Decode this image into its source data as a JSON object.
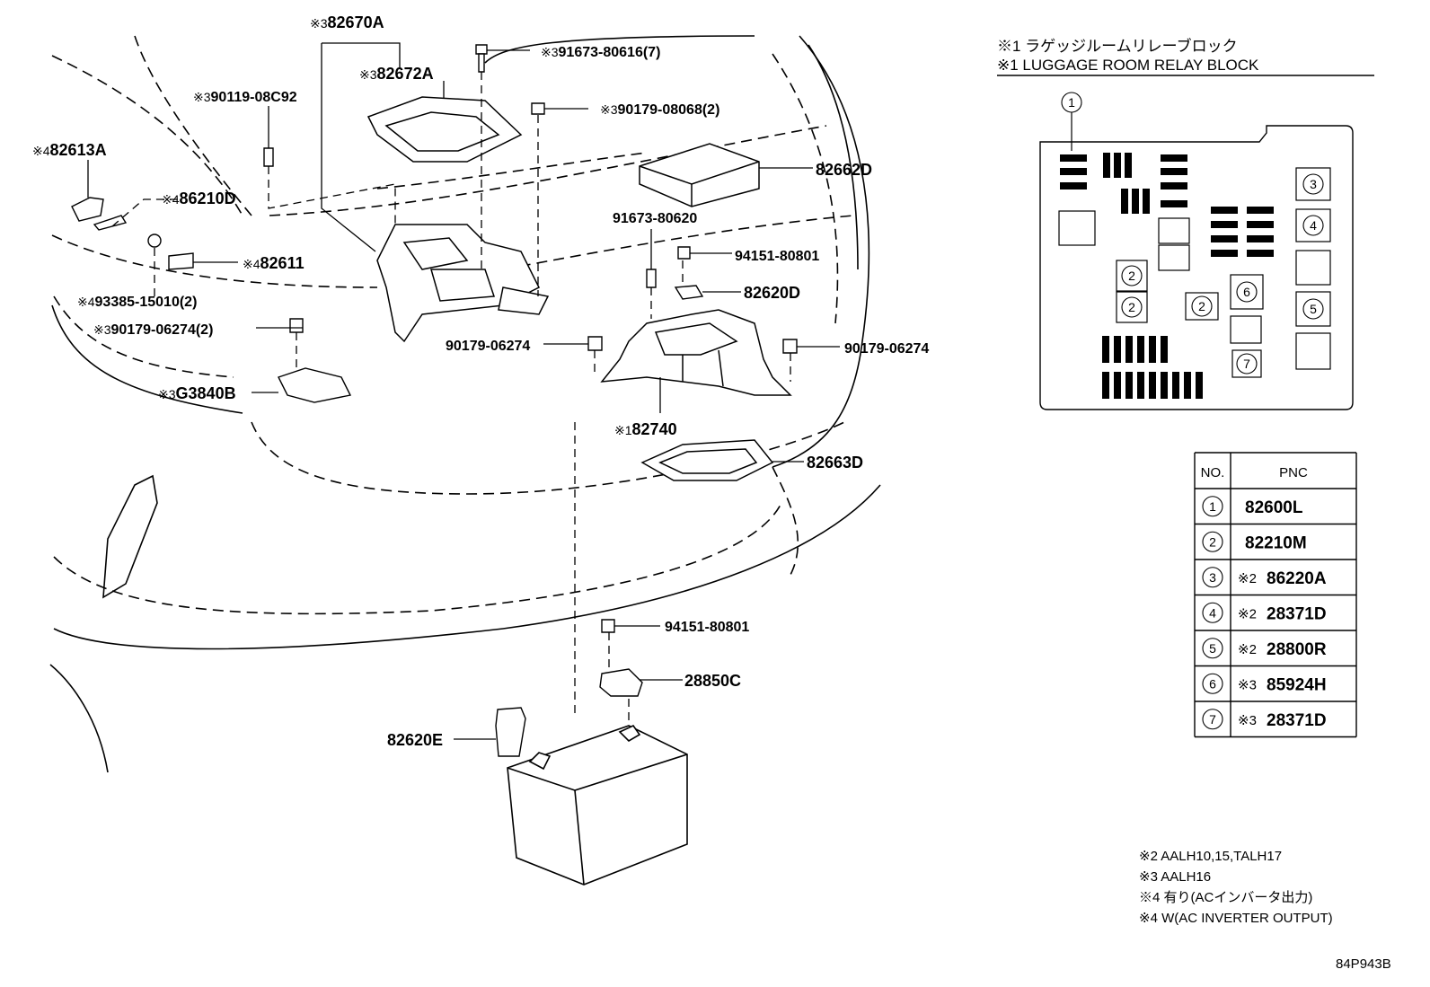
{
  "relay_block": {
    "title_jp": "※1 ラゲッジルームリレーブロック",
    "title_en": "※1 LUGGAGE ROOM RELAY BLOCK",
    "slot_numbers": [
      "1",
      "2",
      "2",
      "2",
      "3",
      "4",
      "5",
      "6",
      "7"
    ]
  },
  "table": {
    "headers": [
      "NO.",
      "PNC"
    ],
    "rows": [
      {
        "no": "1",
        "prefix": "",
        "pnc": "82600L"
      },
      {
        "no": "2",
        "prefix": "",
        "pnc": "82210M"
      },
      {
        "no": "3",
        "prefix": "※2",
        "pnc": "86220A"
      },
      {
        "no": "4",
        "prefix": "※2",
        "pnc": "28371D"
      },
      {
        "no": "5",
        "prefix": "※2",
        "pnc": "28800R"
      },
      {
        "no": "6",
        "prefix": "※3",
        "pnc": "85924H"
      },
      {
        "no": "7",
        "prefix": "※3",
        "pnc": "28371D"
      }
    ]
  },
  "notes": [
    "※2 AALH10,15,TALH17",
    "※3 AALH16",
    "※4 有り(ACインバータ出力)",
    "※4 W(AC INVERTER OUTPUT)"
  ],
  "diagram_code": "84P943B",
  "parts": [
    {
      "id": "p82670A",
      "mark": "※3",
      "pnc": "82670A"
    },
    {
      "id": "p91673_80616",
      "mark": "※3",
      "pnc": "91673-80616(7)"
    },
    {
      "id": "p82672A",
      "mark": "※3",
      "pnc": "82672A"
    },
    {
      "id": "p90119",
      "mark": "※3",
      "pnc": "90119-08C92"
    },
    {
      "id": "p90179_08068",
      "mark": "※3",
      "pnc": "90179-08068(2)"
    },
    {
      "id": "p82613A",
      "mark": "※4",
      "pnc": "82613A"
    },
    {
      "id": "p86210D",
      "mark": "※4",
      "pnc": "86210D"
    },
    {
      "id": "p82662D",
      "mark": "",
      "pnc": "82662D"
    },
    {
      "id": "p91673_80620",
      "mark": "",
      "pnc": "91673-80620"
    },
    {
      "id": "p82611",
      "mark": "※4",
      "pnc": "82611"
    },
    {
      "id": "p94151_a",
      "mark": "",
      "pnc": "94151-80801"
    },
    {
      "id": "p93385",
      "mark": "※4",
      "pnc": "93385-15010(2)"
    },
    {
      "id": "p82620D",
      "mark": "",
      "pnc": "82620D"
    },
    {
      "id": "p90179_06274_2",
      "mark": "※3",
      "pnc": "90179-06274(2)"
    },
    {
      "id": "p90179_06274_l",
      "mark": "",
      "pnc": "90179-06274"
    },
    {
      "id": "p90179_06274_r",
      "mark": "",
      "pnc": "90179-06274"
    },
    {
      "id": "pG3840B",
      "mark": "※3",
      "pnc": "G3840B"
    },
    {
      "id": "p82740",
      "mark": "※1",
      "pnc": "82740"
    },
    {
      "id": "p82663D",
      "mark": "",
      "pnc": "82663D"
    },
    {
      "id": "p94151_b",
      "mark": "",
      "pnc": "94151-80801"
    },
    {
      "id": "p28850C",
      "mark": "",
      "pnc": "28850C"
    },
    {
      "id": "p82620E",
      "mark": "",
      "pnc": "82620E"
    }
  ]
}
